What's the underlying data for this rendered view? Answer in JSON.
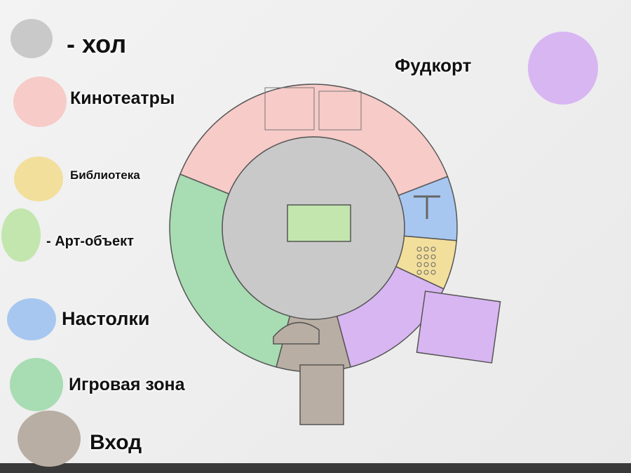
{
  "legend": [
    {
      "key": "hall",
      "label": "- хол",
      "color": "#c9c9c9"
    },
    {
      "key": "cinemas",
      "label": "Кинотеатры",
      "color": "#f6cbc8"
    },
    {
      "key": "library",
      "label": "Библиотека",
      "color": "#f3df9c"
    },
    {
      "key": "art",
      "label": "- Арт-объект",
      "color": "#c2e6ad"
    },
    {
      "key": "tables",
      "label": "Настолки",
      "color": "#a7c7f0"
    },
    {
      "key": "game",
      "label": "Игровая зона",
      "color": "#a8dcb2"
    },
    {
      "key": "entrance",
      "label": "Вход",
      "color": "#b9aea3"
    },
    {
      "key": "foodcourt",
      "label": "Фудкорт",
      "color": "#d8b6f2"
    }
  ]
}
